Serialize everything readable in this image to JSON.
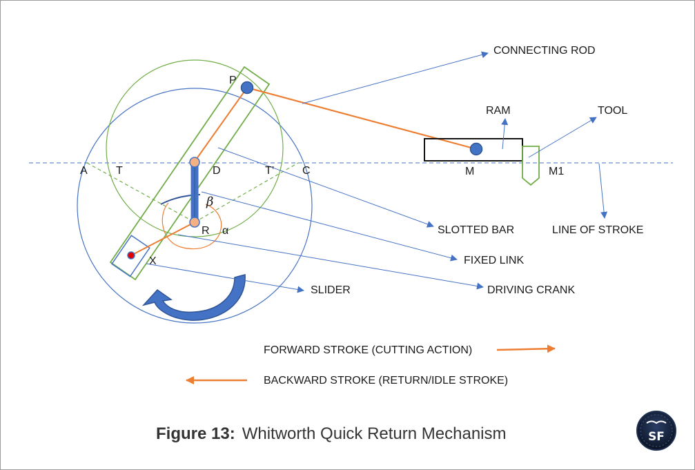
{
  "labels": {
    "p": "P",
    "a": "A",
    "t": "T",
    "d": "D",
    "t_prime": "T’",
    "c": "C",
    "r": "R",
    "x": "X",
    "m": "M",
    "m1": "M1",
    "beta": "β",
    "alpha": "α"
  },
  "callouts": {
    "connecting_rod": "CONNECTING ROD",
    "ram": "RAM",
    "tool": "TOOL",
    "slotted_bar": "SLOTTED BAR",
    "line_of_stroke": "LINE OF STROKE",
    "fixed_link": "FIXED LINK",
    "driving_crank": "DRIVING CRANK",
    "slider": "SLIDER"
  },
  "legend": {
    "forward": "FORWARD STROKE (CUTTING ACTION)",
    "backward": "BACKWARD STROKE (RETURN/IDLE STROKE)"
  },
  "caption": {
    "number": "Figure 13:",
    "title": "Whitworth Quick Return Mechanism"
  },
  "logo": {
    "text": "SF"
  },
  "colors": {
    "blue": "#4472c4",
    "orange": "#ed7d31",
    "green": "#70ad47",
    "red": "#c00000"
  }
}
